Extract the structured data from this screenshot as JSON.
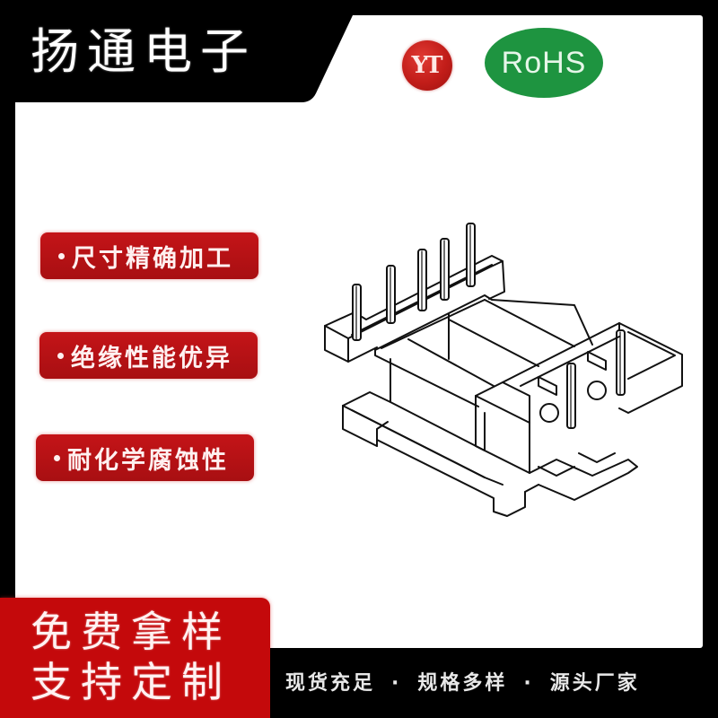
{
  "header": {
    "brand_title": "扬通电子",
    "logos": {
      "yt_logo_text": "YT",
      "rohs_badge_text": "RoHS"
    }
  },
  "features": [
    {
      "bullet": "•",
      "label": "尺寸精确加工"
    },
    {
      "bullet": "•",
      "label": "绝缘性能优异"
    },
    {
      "bullet": "•",
      "label": "耐化学腐蚀性"
    }
  ],
  "product": {
    "icon": "transformer-bobbin-drawing"
  },
  "cta": {
    "line1": "免费拿样",
    "line2": "支持定制"
  },
  "footer": {
    "slogans": [
      "现货充足",
      "规格多样",
      "源头厂家"
    ],
    "separator": "·"
  },
  "colors": {
    "frame": "#000000",
    "background": "#ffffff",
    "accent_red": "#c4090b",
    "pill_red": "#b81215",
    "rohs_green": "#1e9440",
    "yt_red": "#c21d19"
  }
}
